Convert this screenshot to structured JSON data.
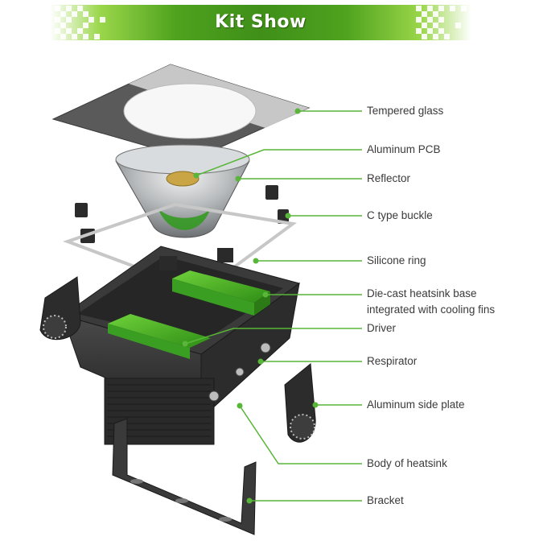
{
  "title": "Kit Show",
  "colors": {
    "accent_green": "#5bb72c",
    "leader_green": "#58b638",
    "housing": "#2f2f2f",
    "banner_dark": "#3f8f19",
    "banner_light": "#8fd84a"
  },
  "parts": [
    {
      "id": "tempered-glass",
      "label": "Tempered glass"
    },
    {
      "id": "aluminum-pcb",
      "label": "Aluminum PCB"
    },
    {
      "id": "reflector",
      "label": "Reflector"
    },
    {
      "id": "c-type-buckle",
      "label": "C type buckle"
    },
    {
      "id": "silicone-ring",
      "label": "Silicone ring"
    },
    {
      "id": "die-cast-base",
      "label": "Die-cast heatsink base",
      "label2": "integrated with cooling fins"
    },
    {
      "id": "driver",
      "label": "Driver"
    },
    {
      "id": "respirator",
      "label": "Respirator"
    },
    {
      "id": "aluminum-side-plate",
      "label": "Aluminum side plate"
    },
    {
      "id": "body-of-heatsink",
      "label": "Body of heatsink"
    },
    {
      "id": "bracket",
      "label": "Bracket"
    }
  ]
}
